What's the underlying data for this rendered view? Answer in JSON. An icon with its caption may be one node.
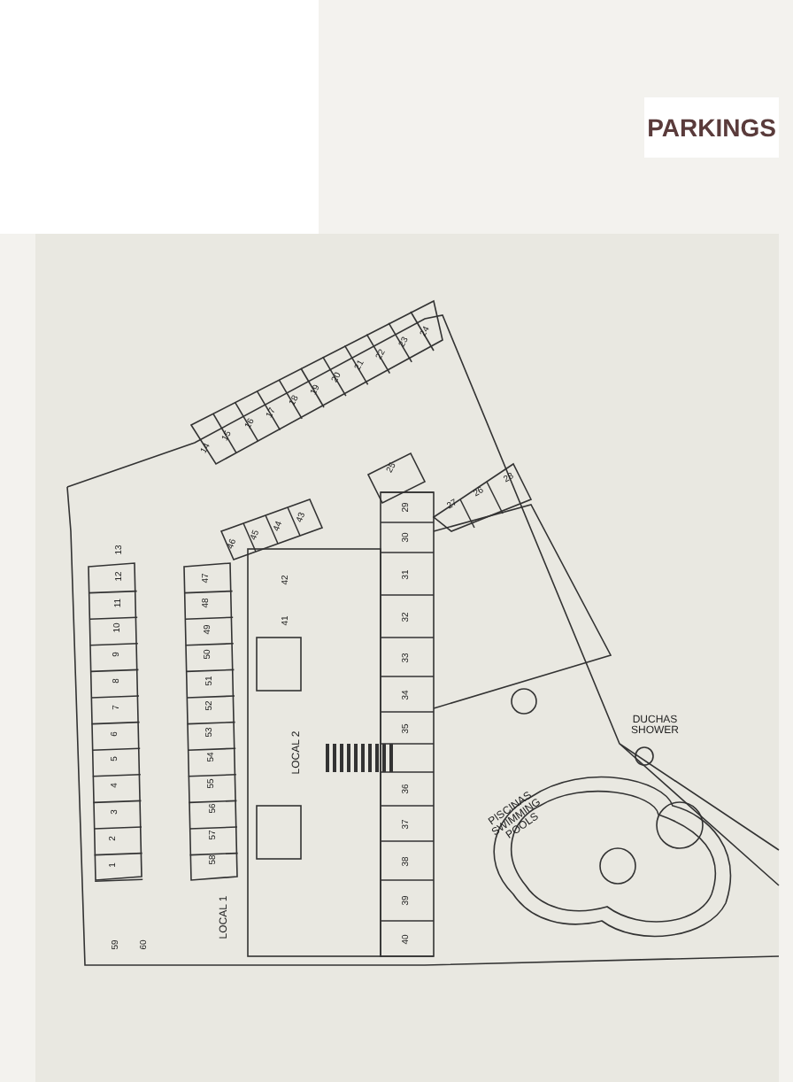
{
  "diagram": {
    "title": "PARKINGS",
    "labels": [
      "1",
      "2",
      "3",
      "4",
      "5",
      "6",
      "7",
      "8",
      "9",
      "10",
      "11",
      "12",
      "13",
      "14",
      "15",
      "16",
      "17",
      "18",
      "19",
      "20",
      "21",
      "22",
      "23",
      "24",
      "25",
      "26",
      "27",
      "28",
      "29",
      "30",
      "31",
      "32",
      "33",
      "34",
      "35",
      "36",
      "37",
      "38",
      "39",
      "40",
      "41",
      "42",
      "43",
      "44",
      "45",
      "46",
      "47",
      "48",
      "49",
      "50",
      "51",
      "52",
      "53",
      "54",
      "55",
      "56",
      "57",
      "58",
      "59",
      "60",
      "LOCAL 1",
      "LOCAL 2",
      "DUCHAS SHOWER",
      "PISCINAS SWIMMING POOLS"
    ]
  }
}
